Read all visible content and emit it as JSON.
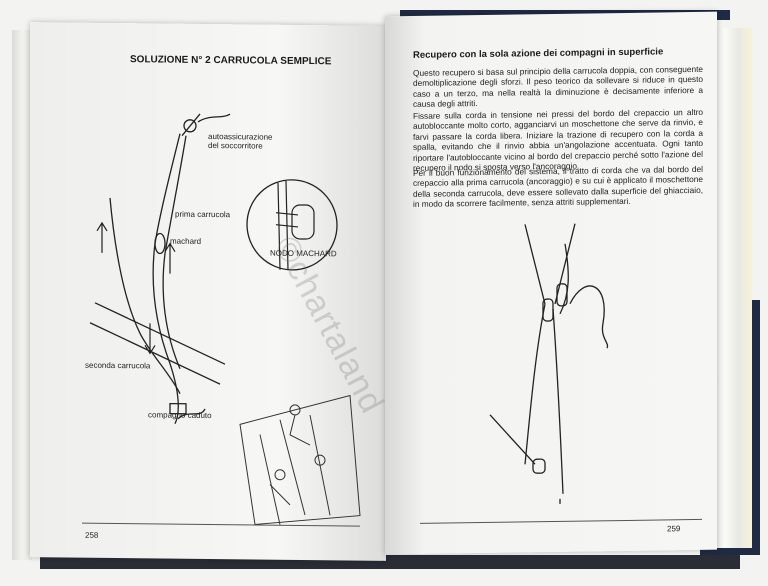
{
  "left_page": {
    "title": "SOLUZIONE N° 2 CARRUCOLA SEMPLICE",
    "labels": {
      "autoassicurazione": "autoassicurazione\ndel soccorritore",
      "prima_carrucola": "prima carrucola",
      "machard": "machard",
      "nodo_machard": "NODO MACHARD",
      "seconda_carrucola": "seconda carrucola",
      "compagno_caduto": "compagno caduto"
    },
    "page_number": "258"
  },
  "right_page": {
    "title": "Recupero con la sola azione dei compagni in superficie",
    "paragraphs": [
      "Questo recupero si basa sul principio della carrucola doppia, con conseguente demoltiplicazione degli sforzi. Il peso teorico da sollevare si riduce in questo caso a un terzo, ma nella realtà la diminuzione è decisamente inferiore a causa degli attriti.",
      "Fissare sulla corda in tensione nei pressi del bordo del crepaccio un altro autobloccante molto corto, agganciarvi un moschettone che serve da rinvio, e farvi passare la corda libera. Iniziare la trazione di recupero con la corda a spalla, evitando che il rinvio abbia un'angolazione accentuata. Ogni tanto riportare l'autobloccante vicino al bordo del crepaccio perché sotto l'azione del recupero il nodo si sposta verso l'ancoraggio.",
      "Per il buon funzionamento del sistema, il tratto di corda che va dal bordo del crepaccio alla prima carrucola (ancoraggio) e su cui è applicato il moschettone della seconda carrucola, deve essere sollevato dalla superficie del ghiacciaio, in modo da scorrere facilmente, senza attriti supplementari."
    ],
    "page_number": "259"
  },
  "watermark": "©chartaland",
  "colors": {
    "cover": "#1f2a44",
    "paper": "#f6f6f4",
    "ink": "#222222"
  }
}
